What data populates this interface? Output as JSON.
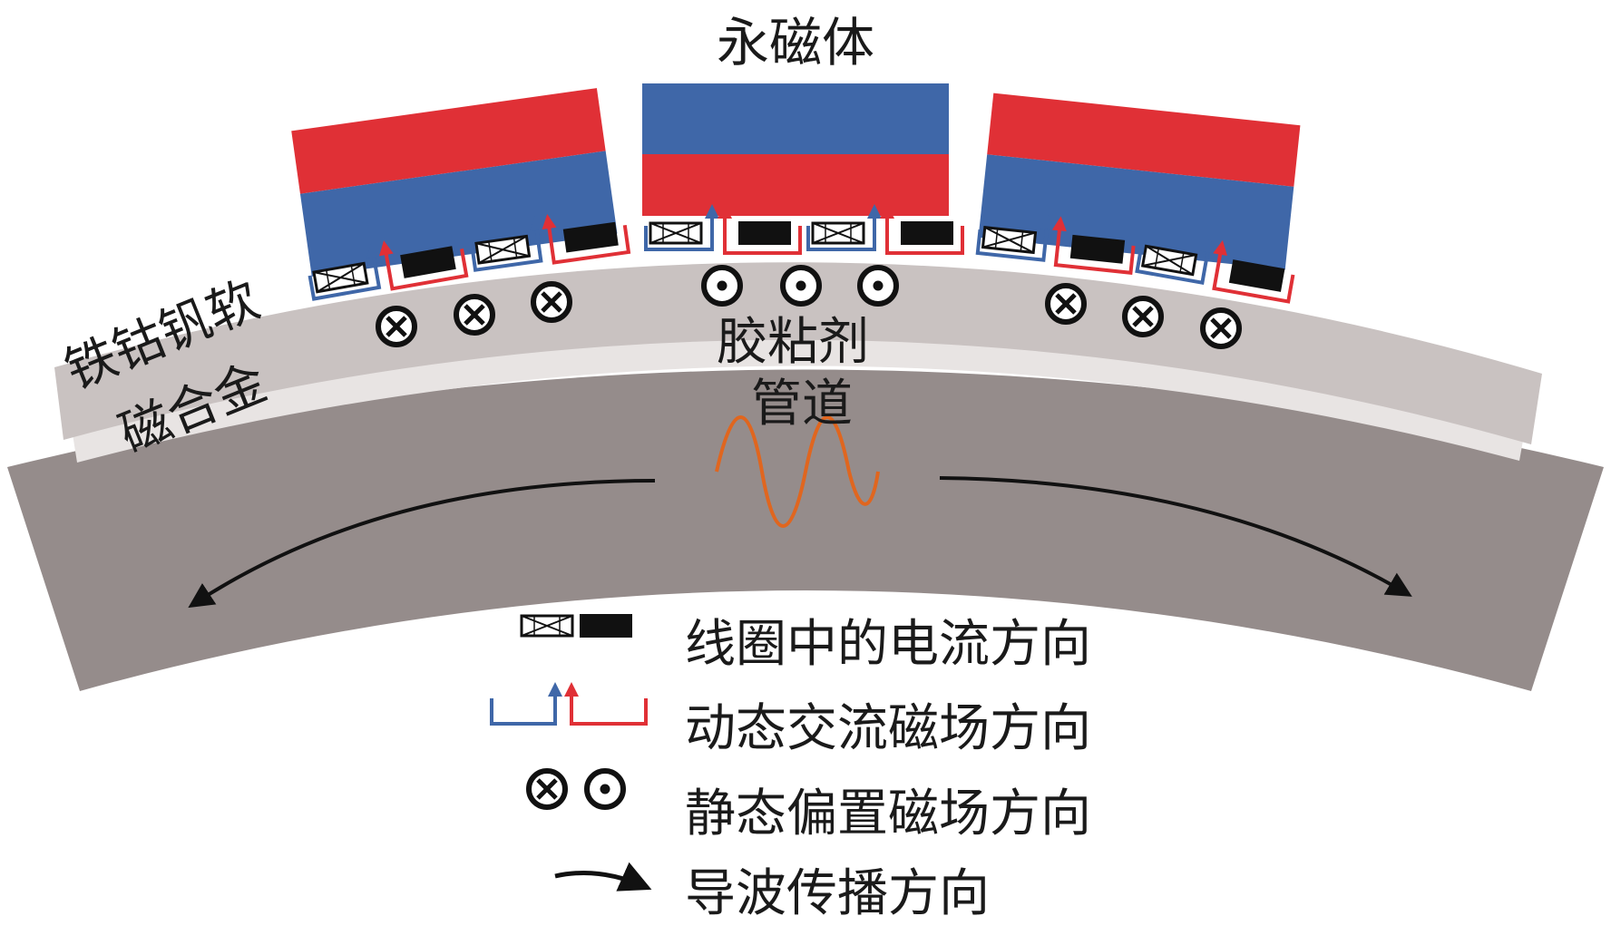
{
  "labels": {
    "magnet": "永磁体",
    "alloy_line1": "铁钴钒软",
    "alloy_line2": "磁合金",
    "adhesive": "胶粘剂",
    "pipe": "管道"
  },
  "legend": [
    {
      "icon": "coil-current-icon",
      "text": "线圈中的电流方向"
    },
    {
      "icon": "ac-field-arrow-icon",
      "text": "动态交流磁场方向"
    },
    {
      "icon": "bias-field-symbol-icon",
      "text": "静态偏置磁场方向"
    },
    {
      "icon": "propagation-arrow-icon",
      "text": "导波传播方向"
    }
  ],
  "colors": {
    "magnet_red": "#e03036",
    "magnet_blue": "#3f67a8",
    "pipe": "#958c8b",
    "alloy": "#c9c2c1",
    "adhesive": "#e8e4e3",
    "wave": "#e0661f",
    "ac_red": "#e03036",
    "ac_blue": "#3f67a8"
  }
}
